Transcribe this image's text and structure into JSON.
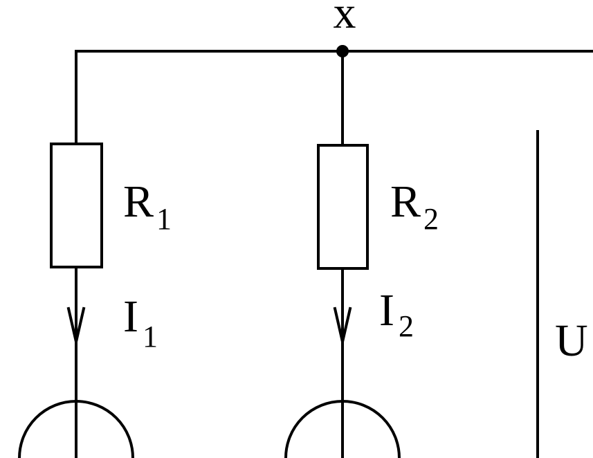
{
  "node": {
    "label": "x"
  },
  "branches": [
    {
      "resistor": "R",
      "resistor_sub": "1",
      "current": "I",
      "current_sub": "1"
    },
    {
      "resistor": "R",
      "resistor_sub": "2",
      "current": "I",
      "current_sub": "2"
    }
  ],
  "voltage": {
    "label": "U"
  }
}
